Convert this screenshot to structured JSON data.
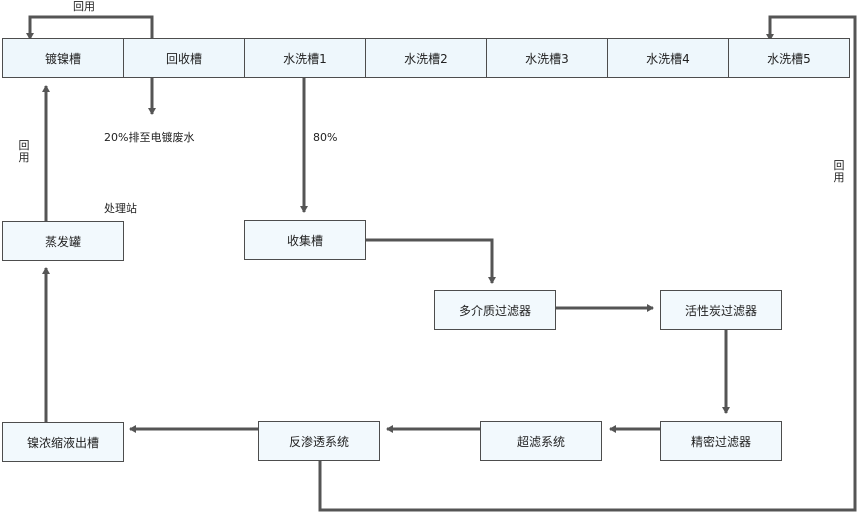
{
  "top_row": [
    "镀镍槽",
    "回收槽",
    "水洗槽1",
    "水洗槽2",
    "水洗槽3",
    "水洗槽4",
    "水洗槽5"
  ],
  "nodes": {
    "evaporator": "蒸发罐",
    "collection_tank": "收集槽",
    "multimedia_filter": "多介质过滤器",
    "activated_carbon_filter": "活性炭过滤器",
    "precision_filter": "精密过滤器",
    "ultrafiltration": "超滤系统",
    "reverse_osmosis": "反渗透系统",
    "nickel_concentrate_tank": "镍浓缩液出槽"
  },
  "labels": {
    "reuse_top": "回用",
    "reuse_left": "回用",
    "reuse_right": "回用",
    "discharge_20": "20%排至电镀废水",
    "treatment_station": "处理站",
    "percent_80": "80%"
  },
  "colors": {
    "box_fill": "#f2f9fd",
    "border": "#4d4d4d",
    "arrow": "#555555"
  }
}
